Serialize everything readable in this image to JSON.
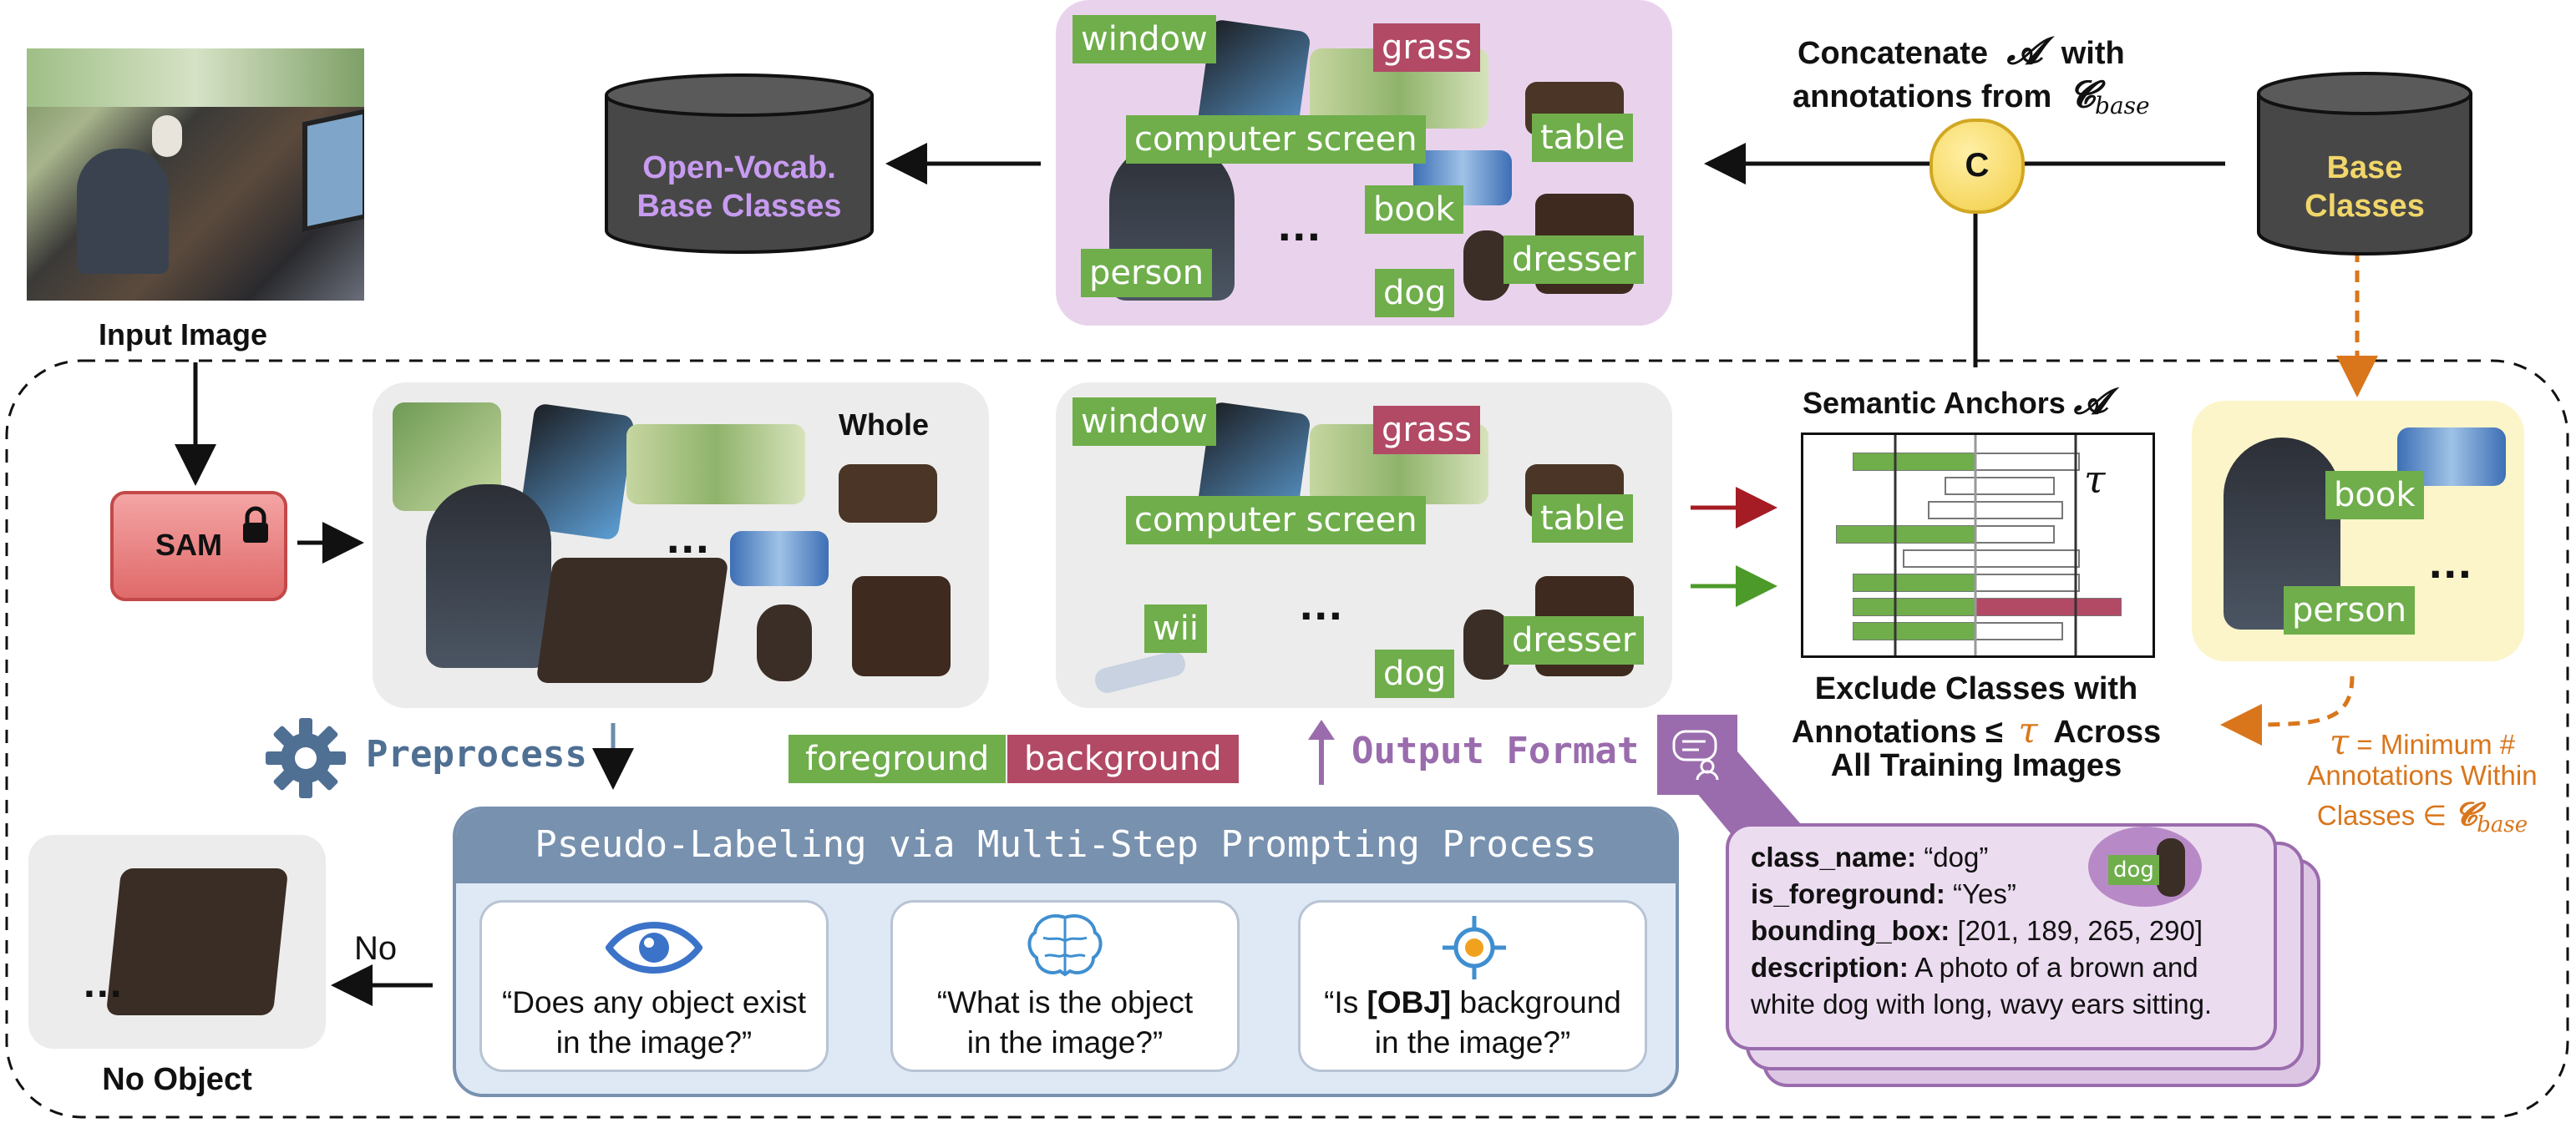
{
  "input_image": {
    "label": "Input Image"
  },
  "sam": {
    "label": "SAM"
  },
  "whole": {
    "label": "Whole",
    "ellipsis": "..."
  },
  "top_panel": {
    "tags": [
      "window",
      "grass",
      "computer screen",
      "table",
      "book",
      "person",
      "dresser",
      "dog"
    ],
    "ellipsis": "..."
  },
  "mid_panel": {
    "tags": [
      "window",
      "grass",
      "computer screen",
      "table",
      "wii",
      "dresser",
      "dog"
    ],
    "ellipsis": "..."
  },
  "open_vocab": {
    "line1": "Open-Vocab.",
    "line2": "Base Classes"
  },
  "base_classes": {
    "line1": "Base",
    "line2": "Classes"
  },
  "concat": {
    "line1_pre": "Concatenate",
    "line1_sym": "𝓐",
    "line1_post": "with",
    "line2_pre": "annotations from",
    "line2_sym": "𝓒",
    "line2_sub": "base",
    "node": "C"
  },
  "anchors": {
    "title_pre": "Semantic Anchors",
    "title_sym": "𝓐",
    "tau": "τ",
    "exclude_line1": "Exclude Classes with",
    "exclude_line2_pre": "Annotations ≤",
    "exclude_line2_sym": "τ",
    "exclude_line2_post": "Across",
    "exclude_line3": "All Training Images",
    "bar_fills": [
      0.82,
      0.3,
      0.25,
      0.82,
      0.5,
      0.82,
      0.82,
      0.82
    ]
  },
  "right_panel": {
    "tags": [
      "book",
      "person"
    ],
    "ellipsis": "...",
    "tau_sym": "τ",
    "tau_def_1": "= Minimum #",
    "tau_def_2": "Annotations Within",
    "tau_def_3_pre": "Classes ∈",
    "tau_def_3_sym": "𝓒",
    "tau_def_3_sub": "base"
  },
  "preprocess": {
    "label": "Preprocess"
  },
  "legend": {
    "foreground": "foreground",
    "background": "background"
  },
  "output_format": {
    "label": "Output Format"
  },
  "pseudo": {
    "title": "Pseudo-Labeling via Multi-Step Prompting Process",
    "steps": [
      "“Does any object exist",
      "in the image?”",
      "“What is the object",
      "in the image?”",
      "“Is",
      "[OBJ]",
      "background",
      "in the image?”"
    ]
  },
  "no_object": {
    "no": "No",
    "label": "No Object",
    "ellipsis": "..."
  },
  "card": {
    "k1": "class_name:",
    "v1": "“dog”",
    "k2": "is_foreground:",
    "v2": "“Yes”",
    "k3": "bounding_box:",
    "v3": "[201, 189, 265, 290]",
    "k4": "description:",
    "v4a": "A photo of a brown and",
    "v4b": "white dog with long, wavy ears sitting.",
    "thumb_tag": "dog"
  },
  "colors": {
    "fg_green": "#6fae4b",
    "bg_red": "#b24a66",
    "purple": "#9a6cad",
    "steel": "#6e8bab",
    "orange": "#d9761c",
    "sam_red": "#e06a6a"
  }
}
